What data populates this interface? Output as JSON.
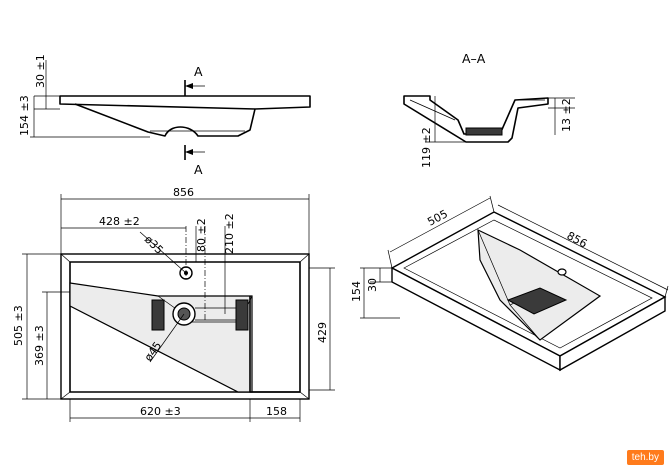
{
  "section_label": "A–A",
  "section_marks": {
    "top": "A",
    "bottom": "A"
  },
  "side_view": {
    "dim_height": "154 ±3",
    "dim_rim": "30 ±1"
  },
  "section_view": {
    "dim_depth": "119 ±2",
    "dim_rim": "13 ±2"
  },
  "top_view": {
    "dim_width": "856",
    "dim_hole_x": "428 ±2",
    "dim_hole_y": "80 ±2",
    "dim_drain_y": "210 ±2",
    "dim_hole_dia": "ø35",
    "dim_drain_dia": "ø45",
    "dim_depth_total": "505 ±3",
    "dim_basin_depth": "369 ±3",
    "dim_right_depth": "429",
    "dim_basin_width": "620 ±3",
    "dim_shelf_width": "158"
  },
  "iso_view": {
    "dim_depth": "505",
    "dim_width": "856",
    "dim_height": "154",
    "dim_rim": "30"
  },
  "watermark": "teh.by"
}
